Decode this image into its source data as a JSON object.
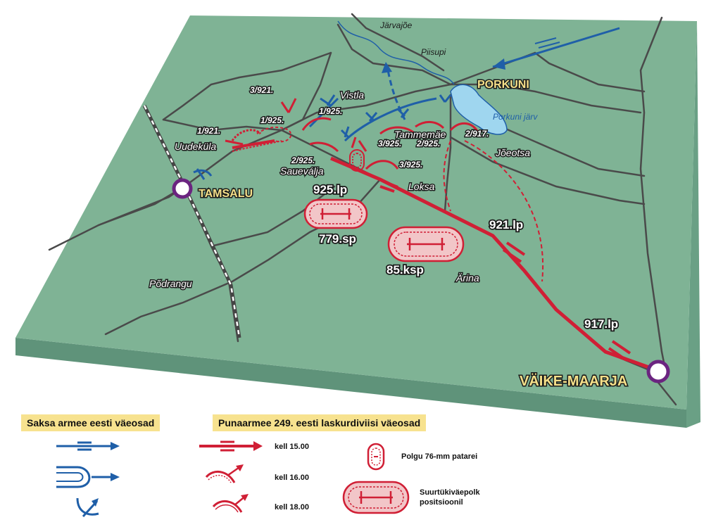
{
  "map": {
    "towns": {
      "tamsalu": "TAMSALU",
      "porkuni": "PORKUNI",
      "vaike_maarja": "VÄIKE-MAARJA"
    },
    "places": {
      "jarvajoe": "Järvajõe",
      "piisupi": "Piisupi",
      "vistla": "Vistla",
      "tammemae": "Tammemäe",
      "joeotsa": "Jõeotsa",
      "uudekula": "Uudeküla",
      "sauevalja": "Saueválja",
      "loksa": "Loksa",
      "podrangu": "Põdrangu",
      "arina": "Ärina"
    },
    "water": {
      "lake": "Porkuni järv"
    },
    "units": {
      "u_3_921": "3/921.",
      "u_1_925_a": "1/925.",
      "u_1_925_b": "1/925.",
      "u_1_921": "1/921.",
      "u_2_925_a": "2/925.",
      "u_3_925_a": "3/925.",
      "u_2_925_b": "2/925.",
      "u_3_925_b": "3/925.",
      "u_2_917": "2/917.",
      "r_925": "925.lp",
      "r_921": "921.lp",
      "r_917": "917.lp",
      "sp_779": "779.sp",
      "ksp_85": "85.ksp"
    },
    "colors": {
      "terrain": "#7fb395",
      "terrain_side": "#5f937a",
      "road": "#4a4a4a",
      "german_blue": "#1f5fa8",
      "red_army": "#d01f35",
      "town_fill": "#f5e08a",
      "town_marker": "#6b2480"
    }
  },
  "legend": {
    "german_title": "Saksa armee eesti väeosad",
    "red_title": "Punaarmee 249. eesti laskurdiviisi väeosad",
    "time_15": "kell 15.00",
    "time_16": "kell 16.00",
    "time_18": "kell 18.00",
    "battery": "Polgu 76-mm patarei",
    "artillery_line1": "Suurtükiväepolk",
    "artillery_line2": "positsioonil"
  }
}
